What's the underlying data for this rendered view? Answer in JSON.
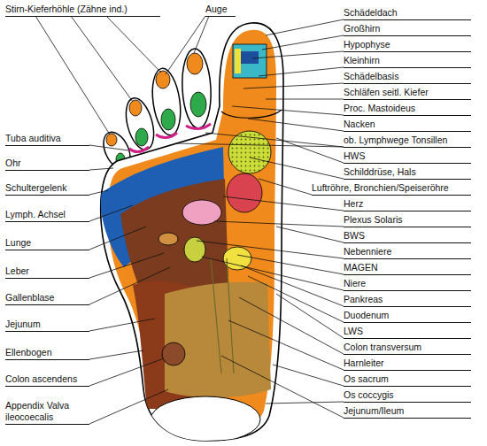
{
  "diagram": {
    "labels": [
      "Stirn-Kieferhöhle (Zähne ind.)",
      "Auge",
      "Schädeldach",
      "Großhirn",
      "Hypophyse",
      "Kleinhirn",
      "Schädelbasis",
      "Schläfen seitl. Kiefer",
      "Proc. Mastoideus",
      "Nacken",
      "ob. Lymphwege Tonsillen",
      "HWS",
      "Schilddrüse, Hals",
      "Luftröhre, Bronchien/Speiseröhre",
      "Herz",
      "Plexus Solaris",
      "BWS",
      "Nebenniere",
      "MAGEN",
      "Niere",
      "Pankreas",
      "Duodenum",
      "LWS",
      "Colon transversum",
      "Harnleiter",
      "Os sacrum",
      "Os coccygis",
      "Jejunum/Ileum",
      "Tuba auditiva",
      "Ohr",
      "Schultergelenk",
      "Lymph. Achsel",
      "Lunge",
      "Leber",
      "Gallenblase",
      "Jejunum",
      "Ellenbogen",
      "Colon ascendens",
      "Appendix Valva ileocoecalis"
    ]
  }
}
